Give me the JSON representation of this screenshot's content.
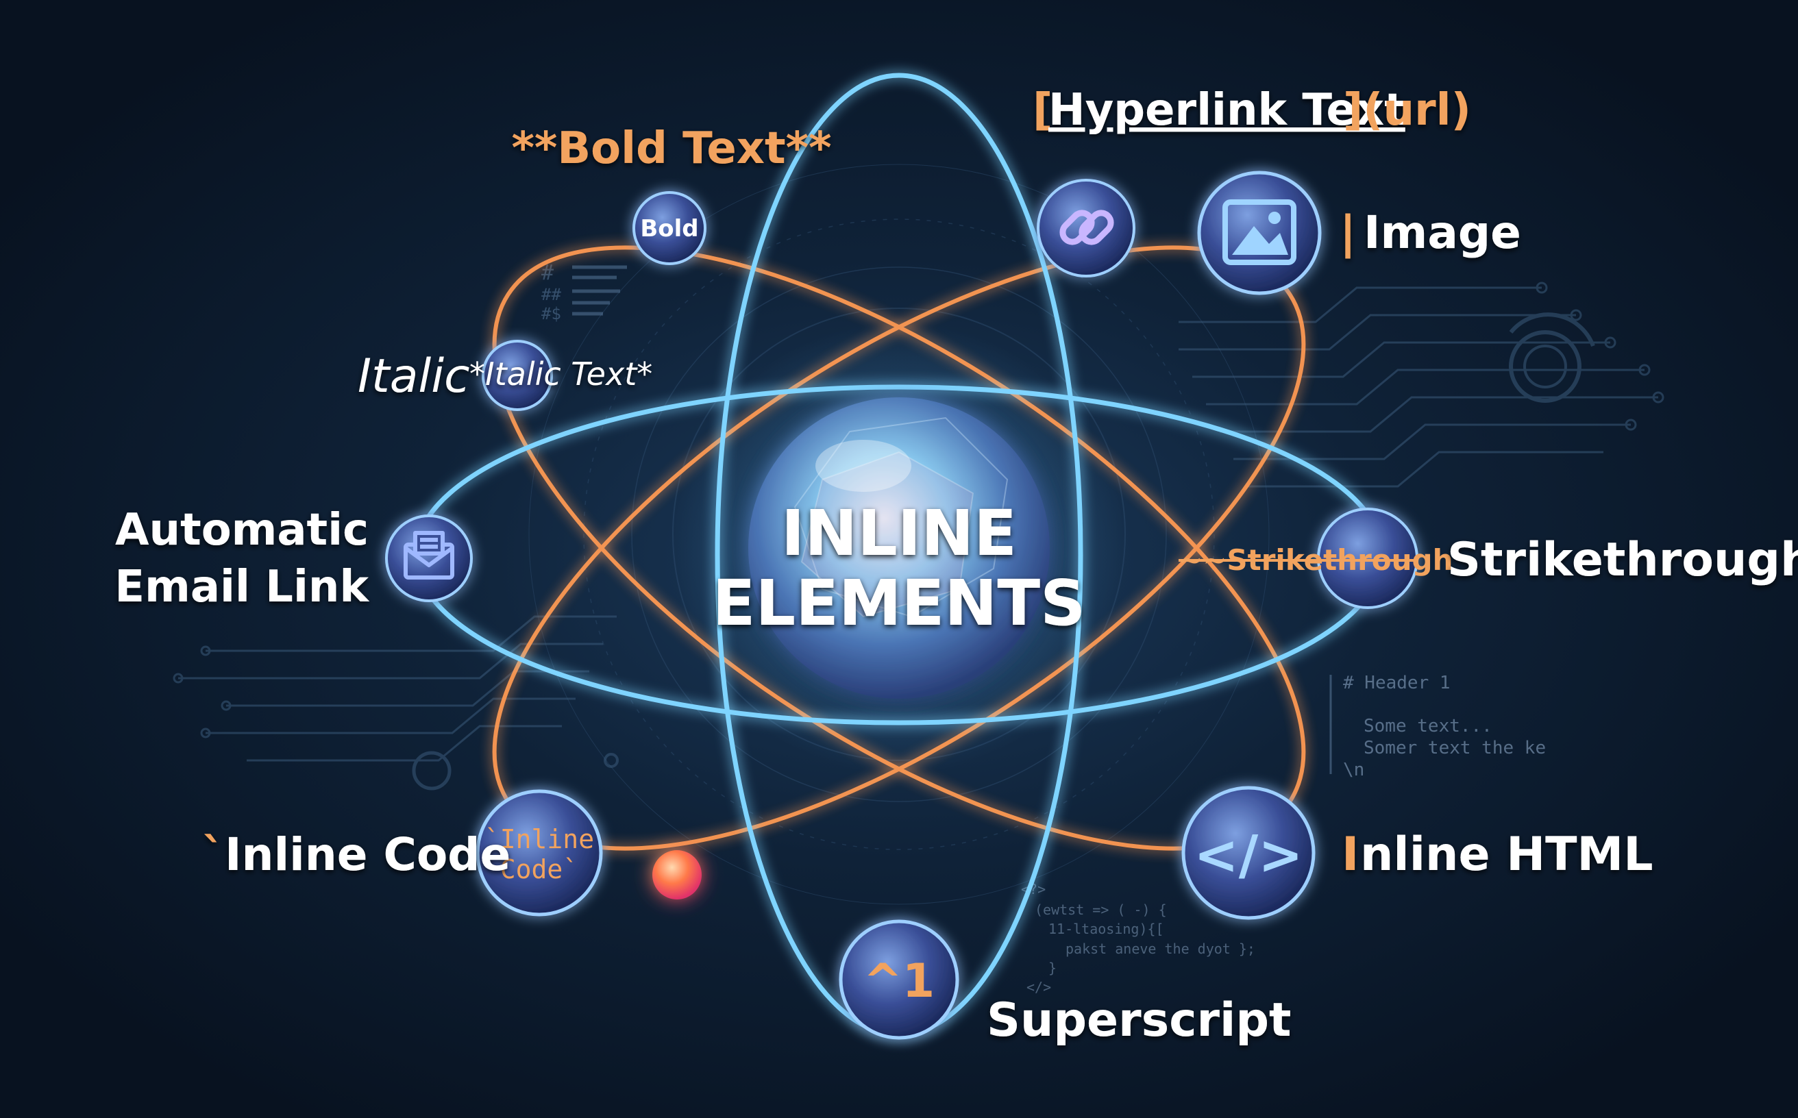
{
  "center": {
    "line1": "INLINE",
    "line2": "ELEMENTS"
  },
  "nodes": {
    "bold": {
      "node_text": "Bold",
      "label": "**Bold Text**"
    },
    "hyperlink": {
      "label_open": "[",
      "label_text": "Hyperlink Text",
      "label_close": "](url)",
      "icon": "link-icon"
    },
    "image": {
      "label_bar": "|",
      "label": "Image",
      "icon": "image-icon"
    },
    "italic": {
      "label_word": "Italic",
      "label_md": "*Italic Text*"
    },
    "email": {
      "label_line1": "Automatic",
      "label_line2": "Email Link",
      "icon": "envelope-icon"
    },
    "strikethrough": {
      "md": "~~Strikethrough",
      "label": "Strikethrough"
    },
    "inline_code": {
      "node_line1": "`Inline",
      "node_line2": "Code`",
      "label_tick": "`",
      "label": "Inline Code"
    },
    "inline_html": {
      "node_text": "</>",
      "label_first": "I",
      "label_rest": "nline HTML",
      "icon": "code-brackets-icon"
    },
    "superscript": {
      "node_text": "^1",
      "label": "Superscript"
    }
  },
  "decor": {
    "headers": [
      "#",
      "##",
      "#$"
    ],
    "code_block_right": [
      "# Header 1",
      "Some text...",
      "Somer text the ke",
      "\\n"
    ],
    "code_block_bottom": [
      "<?>",
      "(ewtst => ( -) {",
      "11-ltaosing){[",
      "pakst aneve the dyot };",
      "}",
      "</>"
    ]
  },
  "colors": {
    "background": "#0b1626",
    "blue_orbit": "#7fd4ff",
    "orange_orbit": "#ff9a52",
    "accent_text": "#f2a35e"
  }
}
